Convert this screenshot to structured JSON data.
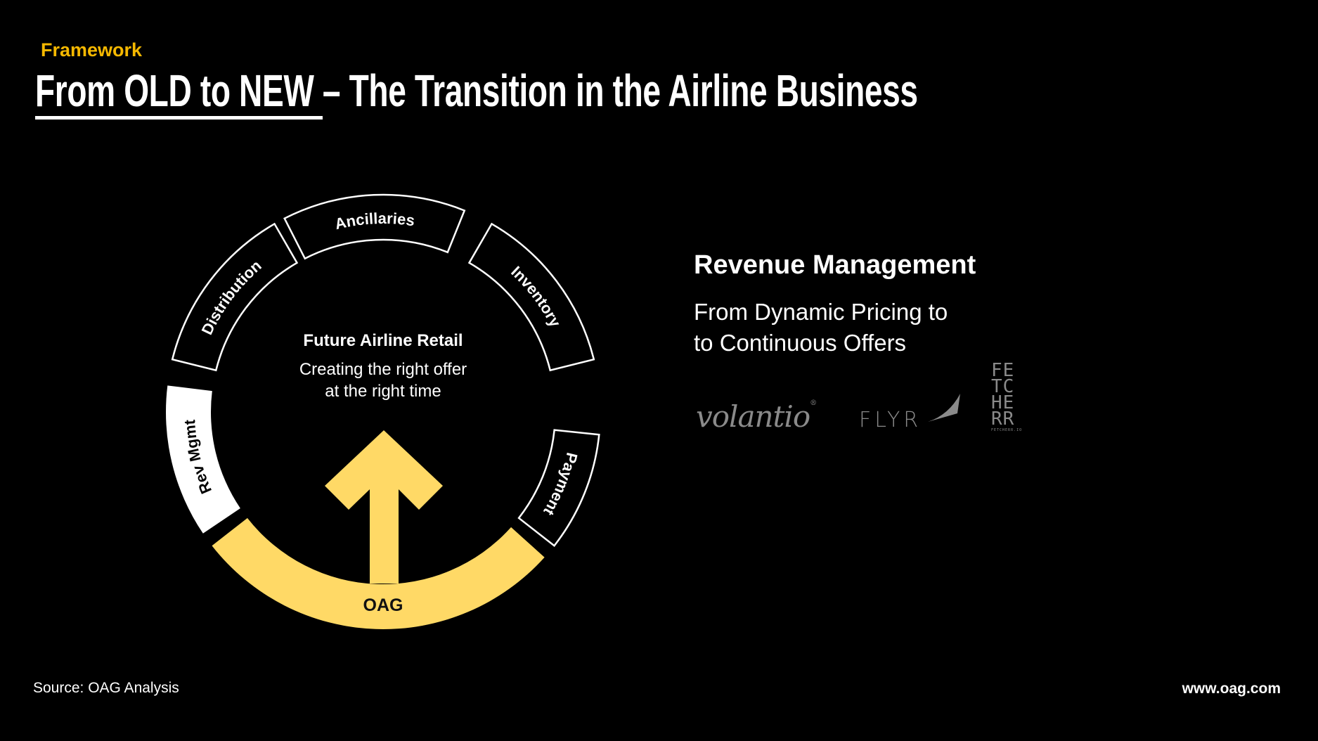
{
  "header": {
    "kicker": "Framework",
    "title_underlined": "From OLD to NEW ",
    "title_rest": "– The Transition in the Airline Business"
  },
  "diagram": {
    "center_title": "Future Airline Retail",
    "center_line1": "Creating the right offer",
    "center_line2": "at the right time",
    "segments": {
      "ancillaries": "Ancillaries",
      "inventory": "Inventory",
      "payment": "Payment",
      "oag": "OAG",
      "rev_mgmt": "Rev Mgmt",
      "distribution": "Distribution"
    },
    "highlight_color": "#FFD966",
    "selected_segment": "Rev Mgmt"
  },
  "panel": {
    "title": "Revenue Management",
    "subtitle_line1": "From Dynamic Pricing to",
    "subtitle_line2": "to Continuous Offers",
    "logos": {
      "volantio": "volantio",
      "flyr": "FLYR",
      "fetcherr": [
        "FE",
        "TC",
        "HE",
        "RR"
      ],
      "fetcherr_small": "FETCHERR.IO"
    }
  },
  "footer": {
    "source": "Source: OAG Analysis",
    "url": "www.oag.com"
  },
  "colors": {
    "accent": "#F5B800",
    "background": "#000000"
  }
}
